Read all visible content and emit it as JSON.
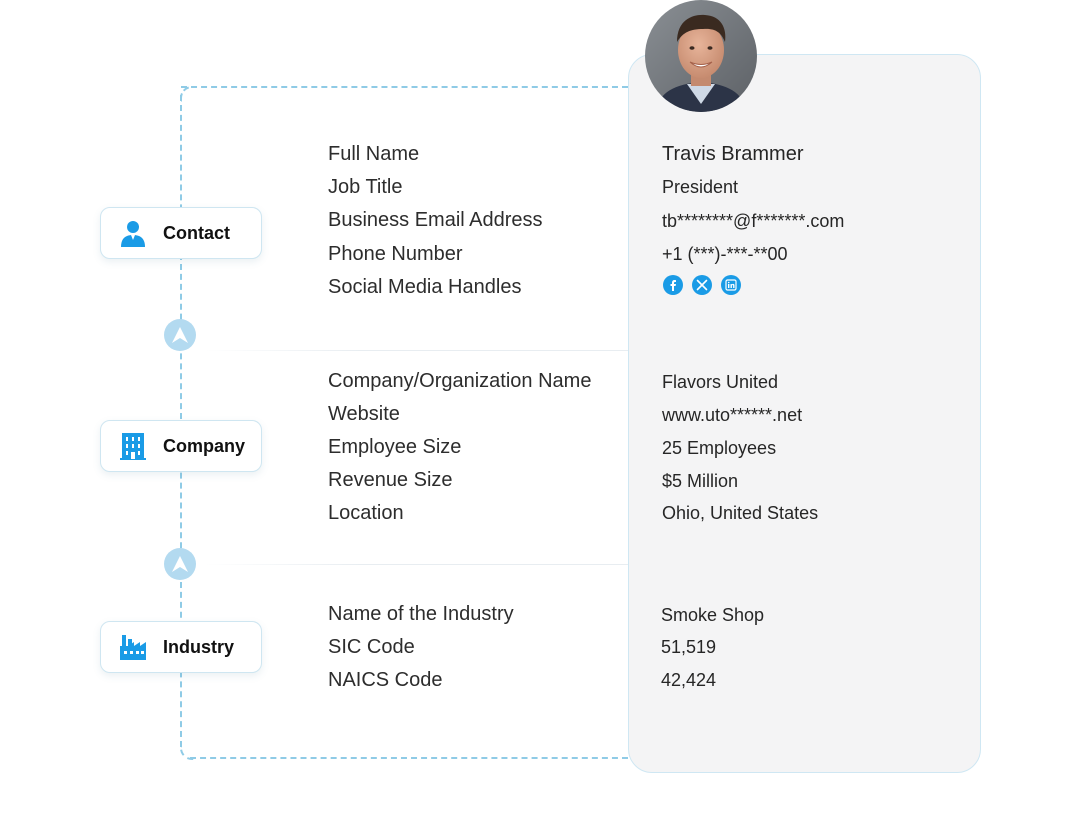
{
  "contact": {
    "pill_label": "Contact",
    "icon": "person-icon",
    "fields": [
      {
        "label": "Full Name",
        "value": "Travis Brammer"
      },
      {
        "label": "Job Title",
        "value": "President"
      },
      {
        "label": "Business Email Address",
        "value": "tb********@f*******.com"
      },
      {
        "label": "Phone Number",
        "value": "+1 (***)-***-**00"
      },
      {
        "label": "Social Media Handles",
        "value": ""
      }
    ],
    "social_icons": [
      "facebook-icon",
      "x-twitter-icon",
      "linkedin-icon"
    ]
  },
  "company": {
    "pill_label": "Company",
    "icon": "building-icon",
    "fields": [
      {
        "label": "Company/Organization Name",
        "value": "Flavors United"
      },
      {
        "label": "Website",
        "value": "www.uto******.net"
      },
      {
        "label": "Employee Size",
        "value": "25 Employees"
      },
      {
        "label": "Revenue Size",
        "value": "$5 Million"
      },
      {
        "label": "Location",
        "value": "Ohio, United States"
      }
    ]
  },
  "industry": {
    "pill_label": "Industry",
    "icon": "factory-icon",
    "fields": [
      {
        "label": "Name of the Industry",
        "value": "Smoke Shop"
      },
      {
        "label": "SIC Code",
        "value": "51,519"
      },
      {
        "label": "NAICS Code",
        "value": "42,424"
      }
    ]
  },
  "colors": {
    "accent": "#1a9be6",
    "dash": "#8fcbe6",
    "panel_bg": "#f4f4f5",
    "panel_border": "#cfe7f3",
    "arrow_node": "#b3daf0"
  }
}
